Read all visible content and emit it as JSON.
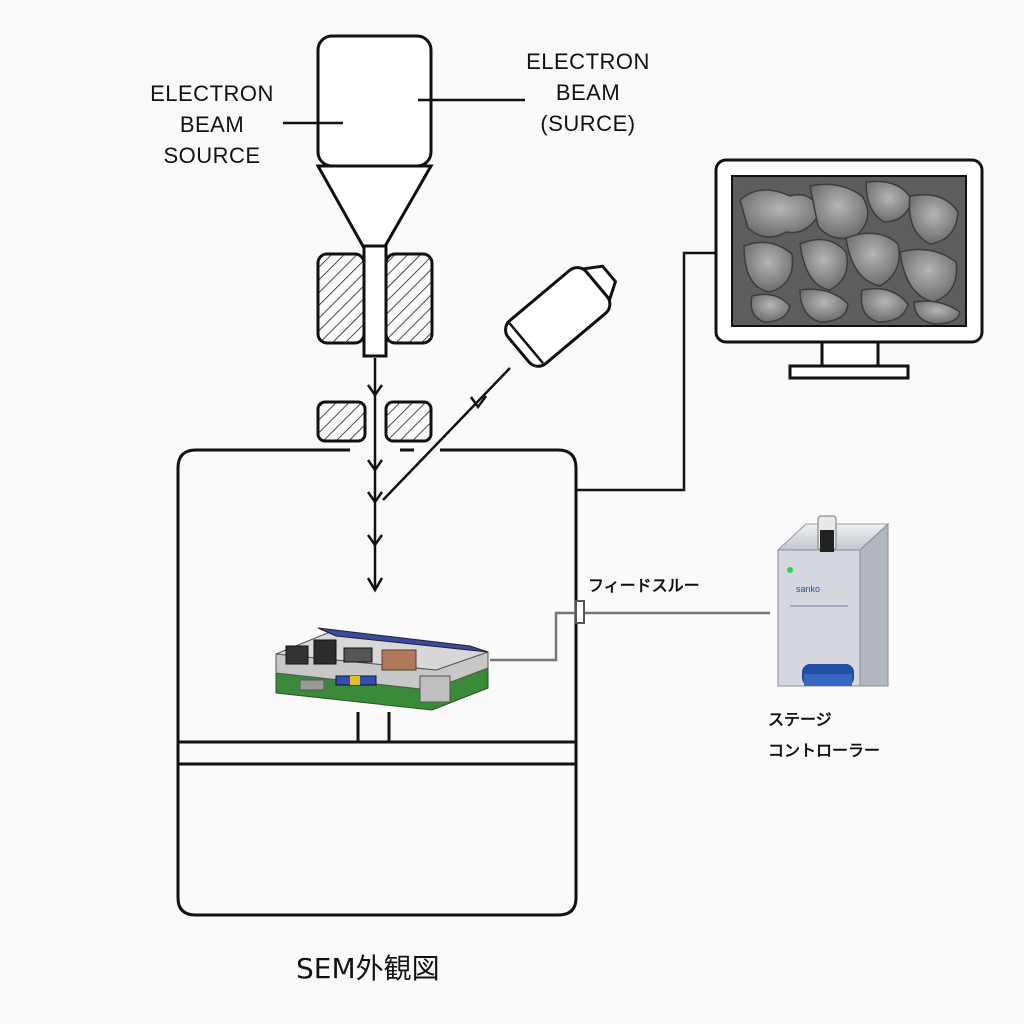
{
  "labels": {
    "source_left": [
      "ELECTRON",
      "BEAM",
      "SOURCE"
    ],
    "source_right": [
      "ELECTRON",
      "BEAM",
      "(SURCE)"
    ],
    "feedthrough": "フィードスルー",
    "controller": [
      "ステージ",
      "コントローラー"
    ],
    "controller_brand": "sanko",
    "caption": "SEM外観図"
  }
}
